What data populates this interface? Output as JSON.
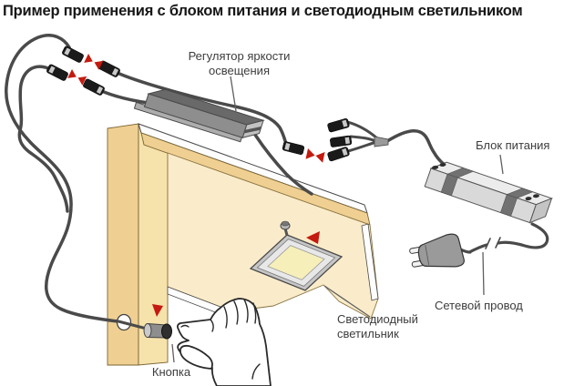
{
  "title": "Пример применения с блоком питания и светодиодным светильником",
  "labels": {
    "dimmer_line1": "Регулятор яркости",
    "dimmer_line2": "освещения",
    "power_supply": "Блок питания",
    "power_cord": "Сетевой провод",
    "led_line1": "Светодиодный",
    "led_line2": "светильник",
    "button": "Кнопка"
  },
  "colors": {
    "accent_red": "#c41a0f",
    "cabinet_tan": "#efd092",
    "cabinet_tan_light": "#f6e2ab",
    "cabinet_cream": "#faecca",
    "led_glow": "#f6efb9",
    "device_dark": "#696969",
    "device_light": "#ececec",
    "cable": "#4a4a4a"
  }
}
